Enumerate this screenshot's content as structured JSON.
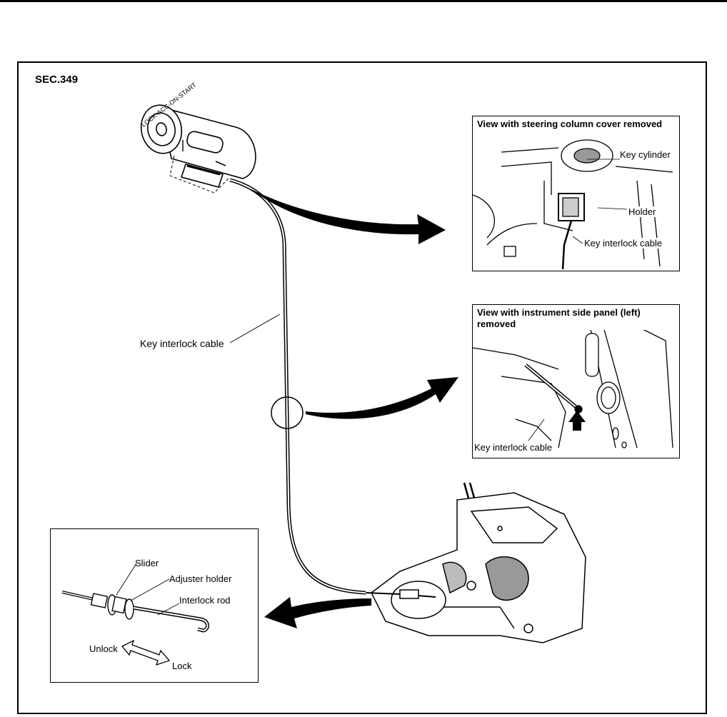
{
  "section": "SEC.349",
  "panels": {
    "steering": {
      "title": "View with steering column cover removed",
      "labels": [
        "Key cylinder",
        "Holder",
        "Key interlock cable"
      ]
    },
    "instrument": {
      "title": "View with instrument side panel (left) removed",
      "labels": [
        "Key interlock cable"
      ]
    },
    "detail": {
      "labels": [
        "Slider",
        "Adjuster holder",
        "Interlock rod"
      ],
      "directions": [
        "Unlock",
        "Lock"
      ]
    }
  },
  "main_labels": {
    "cable": "Key interlock cable",
    "key_cylinder_marking": "LOCK-ACC-ON-START"
  }
}
